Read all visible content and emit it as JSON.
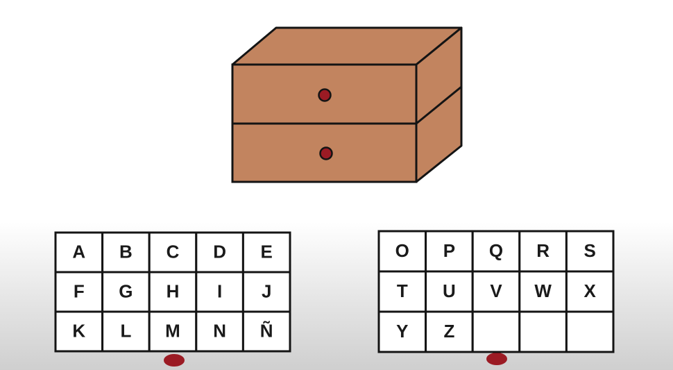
{
  "colors": {
    "dresser_front": "#c2845f",
    "dresser_side": "#c2845f",
    "dresser_top": "#c2845f",
    "knob": "#9b1b24",
    "outline": "#141414",
    "cell_fill": "#ffffff"
  },
  "left_grid": {
    "rows": [
      [
        "A",
        "B",
        "C",
        "D",
        "E"
      ],
      [
        "F",
        "G",
        "H",
        "I",
        "J"
      ],
      [
        "K",
        "L",
        "M",
        "N",
        "Ñ"
      ]
    ]
  },
  "right_grid": {
    "rows": [
      [
        "O",
        "P",
        "Q",
        "R",
        "S"
      ],
      [
        "T",
        "U",
        "V",
        "W",
        "X"
      ],
      [
        "Y",
        "Z",
        "",
        "",
        ""
      ]
    ]
  }
}
